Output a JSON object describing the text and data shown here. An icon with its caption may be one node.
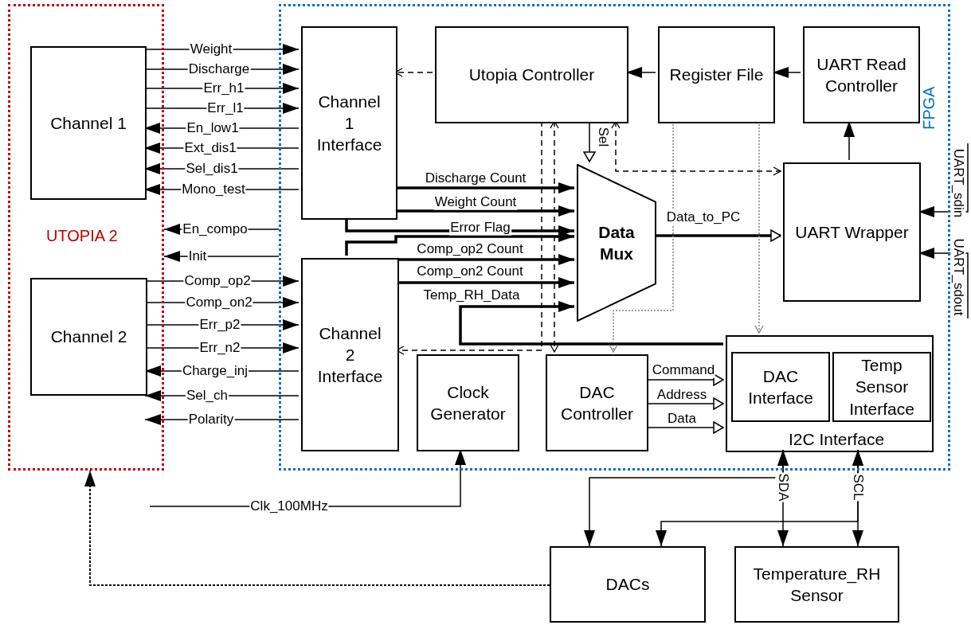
{
  "diagram": {
    "nodes": [
      {
        "text": [
          "UTOPIA 2"
        ]
      },
      {
        "text": [
          "Channel 1"
        ],
        "in": 0
      },
      {
        "text": [
          "Channel 2"
        ],
        "in": 0
      },
      {
        "text": [
          "FPGA"
        ]
      },
      {
        "text": [
          "Channel 1 Interface"
        ],
        "in": 3
      },
      {
        "text": [
          "Utopia Controller"
        ],
        "in": 3
      },
      {
        "text": [
          "Register File"
        ],
        "in": 3
      },
      {
        "text": [
          "UART Read Controller"
        ],
        "in": 3
      },
      {
        "text": [
          "Data Mux"
        ],
        "in": 3
      },
      {
        "text": [
          "UART Wrapper"
        ],
        "in": 3
      },
      {
        "text": [
          "Channel 2 Interface"
        ],
        "in": 3
      },
      {
        "text": [
          "Clock Generator"
        ],
        "in": 3
      },
      {
        "text": [
          "DAC Controller"
        ],
        "in": 3
      },
      {
        "text": [
          "I2C Interface"
        ],
        "in": 3
      },
      {
        "text": [
          "DAC Interface"
        ],
        "in": 13
      },
      {
        "text": [
          "Temp Sensor Interface"
        ],
        "in": 13
      },
      {
        "text": [
          "DACs"
        ]
      },
      {
        "text": [
          "Temperature_RH Sensor"
        ]
      }
    ],
    "edges": [
      {
        "from": 1,
        "to": 4,
        "arrow": "to",
        "label": "Weight"
      },
      {
        "from": 1,
        "to": 4,
        "arrow": "to",
        "label": "Discharge"
      },
      {
        "from": 1,
        "to": 4,
        "arrow": "to",
        "label": "Err_h1"
      },
      {
        "from": 1,
        "to": 4,
        "arrow": "to",
        "label": "Err_l1"
      },
      {
        "from": 4,
        "to": 1,
        "arrow": "to",
        "label": "En_low1"
      },
      {
        "from": 4,
        "to": 1,
        "arrow": "to",
        "label": "Ext_dis1"
      },
      {
        "from": 4,
        "to": 1,
        "arrow": "to",
        "label": "Sel_dis1"
      },
      {
        "from": 4,
        "to": 1,
        "arrow": "to",
        "label": "Mono_test"
      },
      {
        "from": 3,
        "to": 0,
        "arrow": "to",
        "label": "En_compo"
      },
      {
        "from": 3,
        "to": 0,
        "arrow": "to",
        "label": "Init"
      },
      {
        "from": 2,
        "to": 10,
        "arrow": "to",
        "label": "Comp_op2"
      },
      {
        "from": 2,
        "to": 10,
        "arrow": "to",
        "label": "Comp_on2"
      },
      {
        "from": 2,
        "to": 10,
        "arrow": "to",
        "label": "Err_p2"
      },
      {
        "from": 2,
        "to": 10,
        "arrow": "to",
        "label": "Err_n2"
      },
      {
        "from": 10,
        "to": 2,
        "arrow": "to",
        "label": "Charge_inj"
      },
      {
        "from": 10,
        "to": 2,
        "arrow": "to",
        "label": "Sel_ch"
      },
      {
        "from": 10,
        "to": 2,
        "arrow": "to",
        "label": "Polarity"
      },
      {
        "from": 4,
        "to": 8,
        "arrow": "to",
        "label": "Discharge Count",
        "style": "thick"
      },
      {
        "from": 4,
        "to": 8,
        "arrow": "to",
        "label": "Weight Count",
        "style": "thick"
      },
      {
        "from": 4,
        "to": 8,
        "arrow": "to",
        "label": "Error Flag",
        "style": "thick"
      },
      {
        "from": 10,
        "to": 8,
        "arrow": "to",
        "style": "thick"
      },
      {
        "from": 10,
        "to": 8,
        "arrow": "to",
        "label": "Comp_op2 Count",
        "style": "thick"
      },
      {
        "from": 10,
        "to": 8,
        "arrow": "to",
        "label": "Comp_on2 Count",
        "style": "thick"
      },
      {
        "from": 13,
        "to": 8,
        "arrow": "to",
        "label": "Temp_RH_Data",
        "style": "thick"
      },
      {
        "from": 5,
        "to": 4,
        "arrow": "to",
        "style": "dashed"
      },
      {
        "from": 5,
        "to": 10,
        "arrow": "to",
        "style": "dashed"
      },
      {
        "from": 5,
        "to": 12,
        "arrow": "both",
        "style": "dashed"
      },
      {
        "from": 5,
        "to": 9,
        "arrow": "both",
        "style": "dashed"
      },
      {
        "from": 6,
        "to": 5,
        "arrow": "to"
      },
      {
        "from": 7,
        "to": 6,
        "arrow": "to"
      },
      {
        "from": 9,
        "to": 7,
        "arrow": "to"
      },
      {
        "from": 5,
        "to": 8,
        "arrow": "to",
        "label": "Sel"
      },
      {
        "from": 8,
        "to": 9,
        "arrow": "to",
        "label": "Data_to_PC",
        "style": "thick"
      },
      {
        "from": 6,
        "to": 12,
        "arrow": "to",
        "style": "dashed",
        "color": "#808080"
      },
      {
        "from": 6,
        "to": 13,
        "arrow": "to",
        "style": "dashed",
        "color": "#808080"
      },
      {
        "from": null,
        "to": 9,
        "arrow": "to",
        "label": "UART_sdin"
      },
      {
        "from": null,
        "to": 9,
        "arrow": "to",
        "label": "UART_sdout"
      },
      {
        "from": null,
        "to": 11,
        "arrow": "to",
        "label": "Clk_100MHz"
      },
      {
        "from": 12,
        "to": 13,
        "arrow": "to",
        "label": "Command"
      },
      {
        "from": 12,
        "to": 13,
        "arrow": "to",
        "label": "Address"
      },
      {
        "from": 12,
        "to": 13,
        "arrow": "to",
        "label": "Data"
      },
      {
        "from": 13,
        "to": 16,
        "arrow": "both",
        "label": "SDA"
      },
      {
        "from": 13,
        "to": 17,
        "arrow": "both"
      },
      {
        "from": 13,
        "to": 17,
        "arrow": "both",
        "label": "SCL"
      },
      {
        "from": 13,
        "to": 16,
        "arrow": "both"
      },
      {
        "from": 16,
        "to": 0,
        "arrow": "to",
        "style": "dashed"
      }
    ]
  }
}
